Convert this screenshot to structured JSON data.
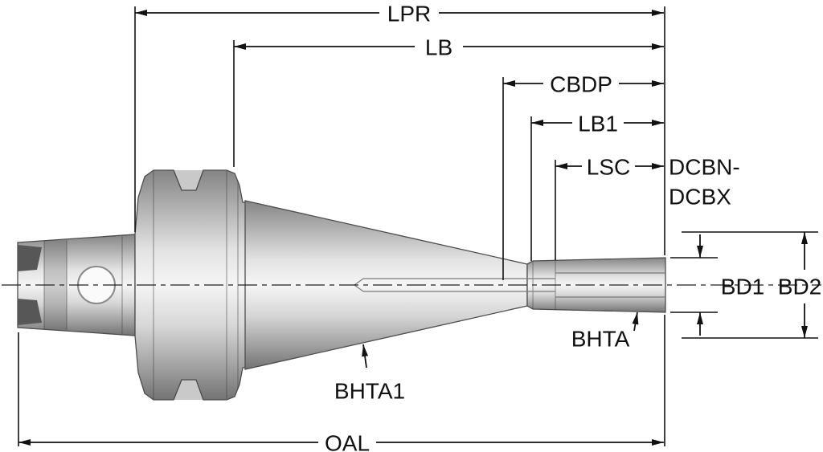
{
  "drawing": {
    "background": "#ffffff",
    "line_color": "#111111",
    "part_colors": {
      "light": "#f5f5f5",
      "mid": "#c9c9c9",
      "dark": "#737373"
    },
    "labels": {
      "lpr": "LPR",
      "lb": "LB",
      "cbdp": "CBDP",
      "lb1": "LB1",
      "lsc": "LSC",
      "dcbn_line1": "DCBN-",
      "dcbn_line2": "DCBX",
      "bd1": "BD1",
      "bd2": "BD2",
      "bhta": "BHTA",
      "bhta1": "BHTA1",
      "oal": "OAL"
    }
  }
}
